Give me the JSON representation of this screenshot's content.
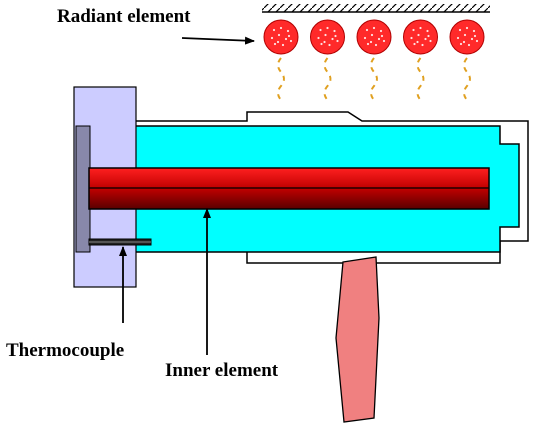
{
  "labels": {
    "radiant": "Radiant element",
    "thermocouple": "Thermocouple",
    "inner": "Inner element"
  },
  "colors": {
    "chamber": "#00ffff",
    "flange": "#ccccff",
    "element": "#cc0000",
    "element_dark": "#7a0000",
    "radiant_ball": "#ff2a2a",
    "heat_wave": "#e0a020",
    "handle": "#f08080",
    "stroke": "#000000"
  },
  "radiant_ball_count": 5
}
